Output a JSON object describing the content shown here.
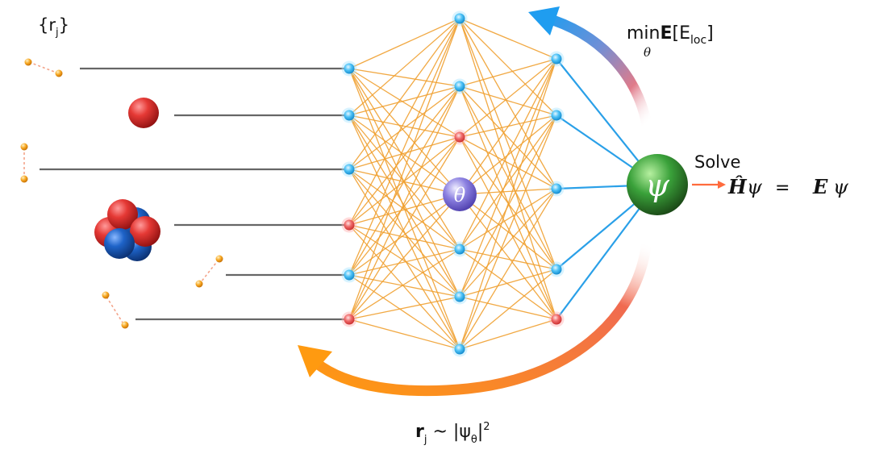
{
  "labels": {
    "positions_set": "{r",
    "positions_sub": "j",
    "positions_close": "}",
    "objective_min": "min",
    "objective_sub": "θ",
    "objective_E": "E",
    "objective_open": "[E",
    "objective_loc": "loc",
    "objective_close": "]",
    "solve": "Solve",
    "eq_H": "Ĥ",
    "eq_psi_left": "ψ",
    "eq_equals": "=",
    "eq_E": "E",
    "eq_psi_right": "ψ",
    "sample_r": "r",
    "sample_sub": "j",
    "sample_rest": " ~ |ψ",
    "sample_theta": "θ",
    "sample_bar": "|",
    "sample_exp": "2",
    "theta_node": "θ",
    "psi_node": "ψ"
  },
  "colors": {
    "input_line": "#666666",
    "network_edge": "#f0a030",
    "output_edge": "#2aa0e8",
    "node_blue": "#29b6f6",
    "node_red": "#ef5350",
    "arrow_blue": "#2196f3",
    "arrow_orange": "#ff7a1a",
    "solve_arrow": "#ff6b3d",
    "psi_green": "#2e7d32",
    "theta_purple": "#7b6fd6",
    "proton_red": "#e53935",
    "neutron_blue": "#1e63c8",
    "electron_orange": "#f4a020"
  },
  "network": {
    "layer1_node_colors": [
      "blue",
      "blue",
      "blue",
      "red",
      "blue",
      "red"
    ],
    "hidden_node_colors": [
      "blue",
      "blue",
      "red",
      "theta",
      "blue",
      "blue",
      "blue"
    ],
    "layer3_node_colors": [
      "blue",
      "blue",
      "blue",
      "blue",
      "blue",
      "red"
    ]
  }
}
